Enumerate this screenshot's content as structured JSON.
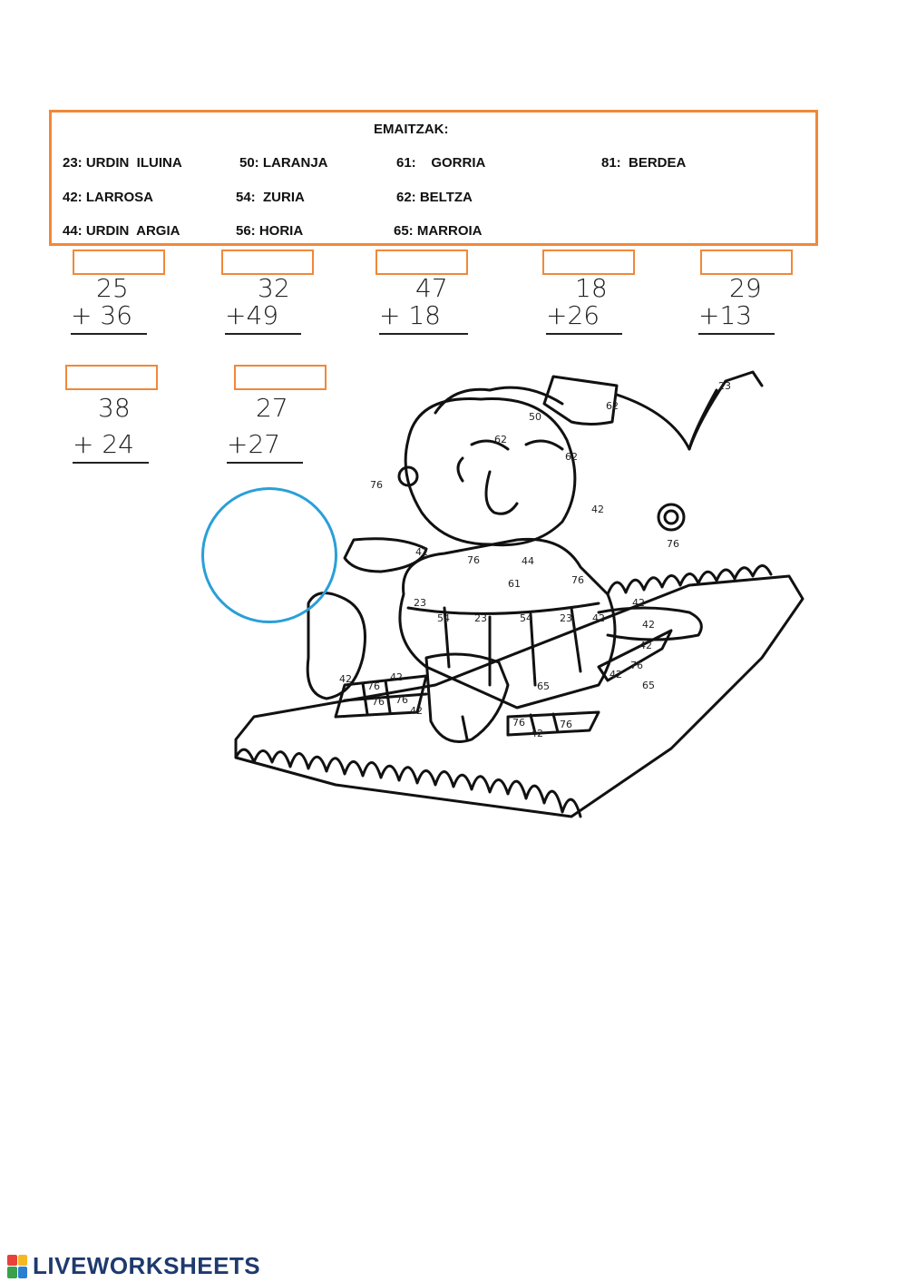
{
  "legend": {
    "title": "EMAITZAK:",
    "items": [
      {
        "text": "23: URDIN  ILUINA"
      },
      {
        "text": "50: LARANJA"
      },
      {
        "text": "61:    GORRIA"
      },
      {
        "text": "81:  BERDEA"
      },
      {
        "text": "42: LARROSA"
      },
      {
        "text": "54:  ZURIA"
      },
      {
        "text": "62: BELTZA"
      },
      {
        "text": "44: URDIN  ARGIA"
      },
      {
        "text": "56: HORIA"
      },
      {
        "text": "65: MARROIA"
      }
    ]
  },
  "sums": [
    {
      "top": "25",
      "bottom": "+ 36"
    },
    {
      "top": "32",
      "bottom": "+49"
    },
    {
      "top": "47",
      "bottom": "+ 18"
    },
    {
      "top": "18",
      "bottom": "+26"
    },
    {
      "top": "29",
      "bottom": "+13"
    },
    {
      "top": "38",
      "bottom": "+ 24"
    },
    {
      "top": "27",
      "bottom": "+27"
    }
  ],
  "drawing_numbers": [
    "23",
    "62",
    "50",
    "62",
    "62",
    "76",
    "42",
    "42",
    "76",
    "44",
    "76",
    "61",
    "76",
    "42",
    "23",
    "54",
    "23",
    "54",
    "23",
    "42",
    "42",
    "42",
    "76",
    "42",
    "65",
    "42",
    "76",
    "65",
    "42",
    "76",
    "76",
    "42",
    "76",
    "42",
    "76"
  ],
  "brand": {
    "name": "LIVEWORKSHEETS"
  },
  "colors": {
    "accent": "#f0883a",
    "circle": "#2a9fd8",
    "brand": "#1e3a6e"
  }
}
